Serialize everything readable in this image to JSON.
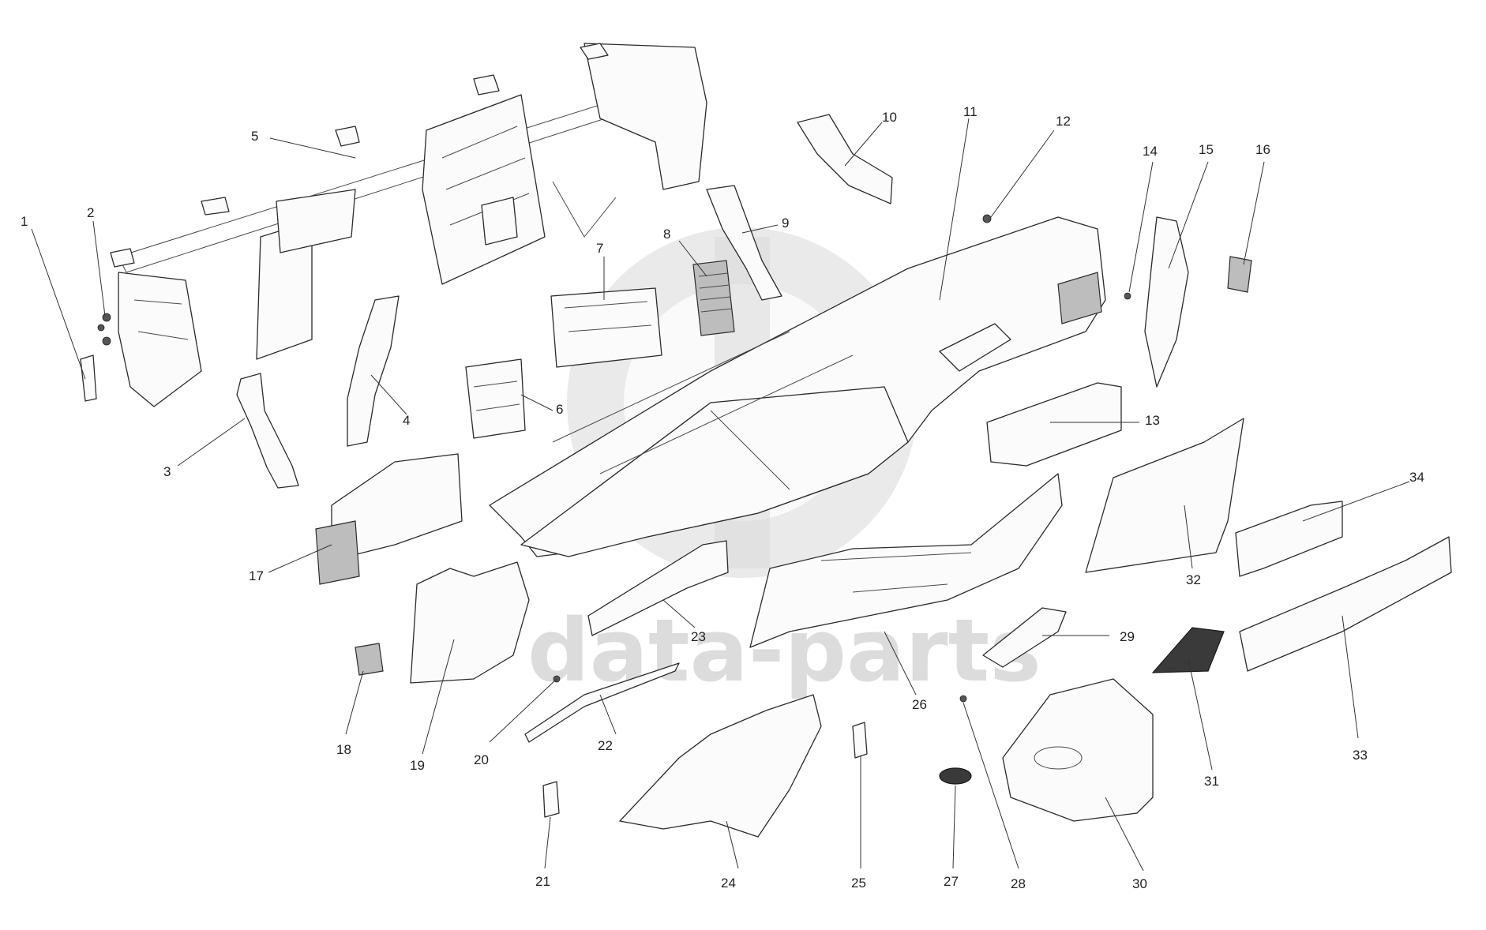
{
  "watermark": {
    "text": "data-parts"
  },
  "callouts": [
    {
      "id": "c1",
      "label": "1"
    },
    {
      "id": "c2",
      "label": "2"
    },
    {
      "id": "c3",
      "label": "3"
    },
    {
      "id": "c4",
      "label": "4"
    },
    {
      "id": "c5",
      "label": "5"
    },
    {
      "id": "c6",
      "label": "6"
    },
    {
      "id": "c7",
      "label": "7"
    },
    {
      "id": "c8",
      "label": "8"
    },
    {
      "id": "c9",
      "label": "9"
    },
    {
      "id": "c10",
      "label": "10"
    },
    {
      "id": "c11",
      "label": "11"
    },
    {
      "id": "c12",
      "label": "12"
    },
    {
      "id": "c13",
      "label": "13"
    },
    {
      "id": "c14",
      "label": "14"
    },
    {
      "id": "c15",
      "label": "15"
    },
    {
      "id": "c16",
      "label": "16"
    },
    {
      "id": "c17",
      "label": "17"
    },
    {
      "id": "c18",
      "label": "18"
    },
    {
      "id": "c19",
      "label": "19"
    },
    {
      "id": "c20",
      "label": "20"
    },
    {
      "id": "c21",
      "label": "21"
    },
    {
      "id": "c22",
      "label": "22"
    },
    {
      "id": "c23",
      "label": "23"
    },
    {
      "id": "c24",
      "label": "24"
    },
    {
      "id": "c25",
      "label": "25"
    },
    {
      "id": "c26",
      "label": "26"
    },
    {
      "id": "c27",
      "label": "27"
    },
    {
      "id": "c28",
      "label": "28"
    },
    {
      "id": "c29",
      "label": "29"
    },
    {
      "id": "c30",
      "label": "30"
    },
    {
      "id": "c31",
      "label": "31"
    },
    {
      "id": "c32",
      "label": "32"
    },
    {
      "id": "c33",
      "label": "33"
    },
    {
      "id": "c34",
      "label": "34"
    }
  ]
}
